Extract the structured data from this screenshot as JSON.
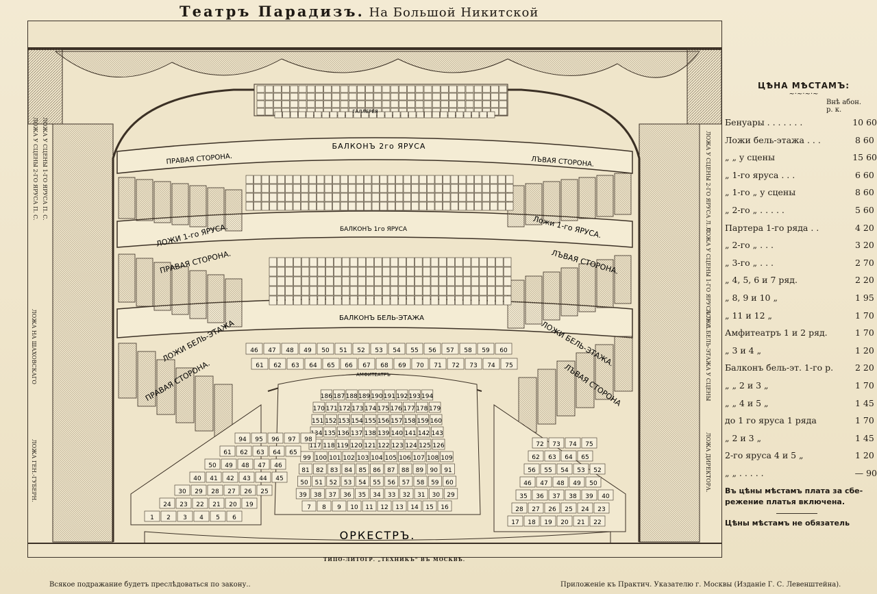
{
  "header": {
    "title_main": "Театръ Парадизъ.",
    "title_sub": "На Большой Никитской"
  },
  "plan": {
    "labels": {
      "gallery": "ГАЛЛЕРЕЯ",
      "balcony2": "БАЛКОНЪ 2го ЯРУСА",
      "right_upper": "ПРАВАЯ СТОРОНА.",
      "left_upper": "ЛЪВАЯ СТОРОНА.",
      "lozhi1_r": "ЛОЖИ 1-го ЯРУСА.",
      "lozhi1_l": "Ложи 1-го ЯРУСА.",
      "balcony1": "БАЛКОНЪ 1го ЯРУСА",
      "right_mid": "ПРАВАЯ СТОРОНА.",
      "left_mid": "ЛЪВАЯ СТОРОНА.",
      "lozhi_bel_r": "ЛОЖИ БЕЛЬ-ЭТАЖА",
      "lozhi_bel_l": "ЛОЖИ БЕЛЬ-ЭТАЖА.",
      "balcony_bel": "БАЛКОНЪ БЕЛЬ-ЭТАЖА",
      "right_low": "ПРАВАЯ СТОРОНА.",
      "left_low": "ЛЪВАЯ СТОРОНА",
      "amphitheatre": "АМФИТЕАТРЪ",
      "orchestra": "ОРКЕСТРЪ."
    },
    "side_left": [
      "ЛОЖА У СЦЕНЫ 2-ГО ЯРУСА П. С.",
      "ЛОЖА У СЦЕНЫ 1-ГО ЯРУСА П. С.",
      "ЛОЖА НА ШАХОВСКАГО",
      "ЛОЖА ГЕН.-ГУБЕРН."
    ],
    "side_right": [
      "ЛОЖА У СЦЕНЫ 2-ГО ЯРУСА Л. С.",
      "ЛОЖА У СЦЕНЫ 1-ГО ЯРУСА Л. С.",
      "ЛОЖА БЕЛЬ-ЭТАЖА У СЦЕНЫ",
      "ЛОЖА ДИРЕКТОРА."
    ],
    "parterre": [
      [
        "7",
        "8",
        "9",
        "10",
        "11",
        "12",
        "13",
        "14",
        "15",
        "16"
      ],
      [
        "39",
        "38",
        "37",
        "36",
        "35",
        "34",
        "33",
        "32",
        "31",
        "30",
        "29"
      ],
      [
        "50",
        "51",
        "52",
        "53",
        "54",
        "55",
        "56",
        "57",
        "58",
        "59",
        "60"
      ],
      [
        "81",
        "82",
        "83",
        "84",
        "85",
        "86",
        "87",
        "88",
        "89",
        "90",
        "91"
      ],
      [
        "99",
        "100",
        "101",
        "102",
        "103",
        "104",
        "105",
        "106",
        "107",
        "108",
        "109"
      ],
      [
        "117",
        "118",
        "119",
        "120",
        "121",
        "122",
        "123",
        "124",
        "125",
        "126"
      ],
      [
        "134",
        "135",
        "136",
        "137",
        "138",
        "139",
        "140",
        "141",
        "142",
        "143"
      ],
      [
        "151",
        "152",
        "153",
        "154",
        "155",
        "156",
        "157",
        "158",
        "159",
        "160"
      ],
      [
        "170",
        "171",
        "172",
        "173",
        "174",
        "175",
        "176",
        "177",
        "178",
        "179"
      ],
      [
        "186",
        "187",
        "188",
        "189",
        "190",
        "191",
        "192",
        "193",
        "194"
      ]
    ],
    "left_box": [
      [
        "1",
        "2",
        "3",
        "4",
        "5",
        "6"
      ],
      [
        "24",
        "23",
        "22",
        "21",
        "20",
        "19"
      ],
      [
        "30",
        "29",
        "28",
        "27",
        "26",
        "25"
      ],
      [
        "40",
        "41",
        "42",
        "43",
        "44",
        "45"
      ],
      [
        "50",
        "49",
        "48",
        "47",
        "46"
      ],
      [
        "61",
        "62",
        "63",
        "64",
        "65"
      ],
      [
        "94",
        "95",
        "96",
        "97",
        "98"
      ]
    ],
    "right_box": [
      [
        "17",
        "18",
        "19",
        "20",
        "21",
        "22"
      ],
      [
        "28",
        "27",
        "26",
        "25",
        "24",
        "23"
      ],
      [
        "35",
        "36",
        "37",
        "38",
        "39",
        "40"
      ],
      [
        "46",
        "47",
        "48",
        "49",
        "50"
      ],
      [
        "56",
        "55",
        "54",
        "53",
        "52"
      ],
      [
        "62",
        "63",
        "64",
        "65"
      ],
      [
        "72",
        "73",
        "74",
        "75"
      ]
    ],
    "amphi": [
      "46",
      "47",
      "48",
      "49",
      "50",
      "51",
      "52",
      "53",
      "54",
      "55",
      "56",
      "57",
      "58",
      "59",
      "60",
      "61",
      "62",
      "63",
      "64",
      "65",
      "66",
      "67",
      "68",
      "69",
      "70",
      "71",
      "72",
      "73",
      "74",
      "75"
    ],
    "printer": "ТИПО-ЛИТОГР. „ТЕХНИКЪ\" ВЪ МОСКВѢ."
  },
  "prices": {
    "heading": "ЦѢНА МѢСТАМЪ:",
    "col_head": "Внѣ абон.",
    "col_units": "р.    к.",
    "rows": [
      {
        "label": "Бенуары . . . . . . .",
        "value": "10 60"
      },
      {
        "label": "Ложи бель-этажа . . .",
        "value": "8 60"
      },
      {
        "label": "„         „   у сцены",
        "value": "15 60"
      },
      {
        "label": "„   1-го яруса . . .",
        "value": "6 60"
      },
      {
        "label": "„   1-го „  у сцены",
        "value": "8 60"
      },
      {
        "label": "„   2-го „ . . . . .",
        "value": "5 60"
      },
      {
        "label": "Партера 1-го ряда . .",
        "value": "4 20"
      },
      {
        "label": "„     2-го  „ . . .",
        "value": "3 20"
      },
      {
        "label": "„     3-го  „ . . .",
        "value": "2 70"
      },
      {
        "label": "„     4, 5, 6 и 7 ряд.",
        "value": "2 20"
      },
      {
        "label": "„     8, 9 и 10 „",
        "value": "1 95"
      },
      {
        "label": "„     11 и 12 „",
        "value": "1 70"
      },
      {
        "label": "Амфитеатръ 1 и 2 ряд.",
        "value": "1 70"
      },
      {
        "label": "„     3 и 4 „",
        "value": "1 20"
      },
      {
        "label": "Балконъ бель-эт. 1-го р.",
        "value": "2 20"
      },
      {
        "label": "„     „   2 и 3 „",
        "value": "1 70"
      },
      {
        "label": "„     „   4 и 5 „",
        "value": "1 45"
      },
      {
        "label": "до 1 го яруса 1 ряда",
        "value": "1 70"
      },
      {
        "label": "„     2 и 3 „",
        "value": "1 45"
      },
      {
        "label": "2-го яруса 4 и 5 „",
        "value": "1 20"
      },
      {
        "label": "„     „ . . . . .",
        "value": "— 90"
      }
    ],
    "note1": "Въ цѣны мѣстамъ плата за сбе-режение платья включена.",
    "note2": "Цѣны мѣстамъ не обязатель"
  },
  "footer": {
    "left": "Всякое подражание будетъ преслѣдоваться по закону..",
    "right": "Приложенiе къ Практич. Указателю г. Москвы (Изданiе Г. С. Левенштейна)."
  }
}
